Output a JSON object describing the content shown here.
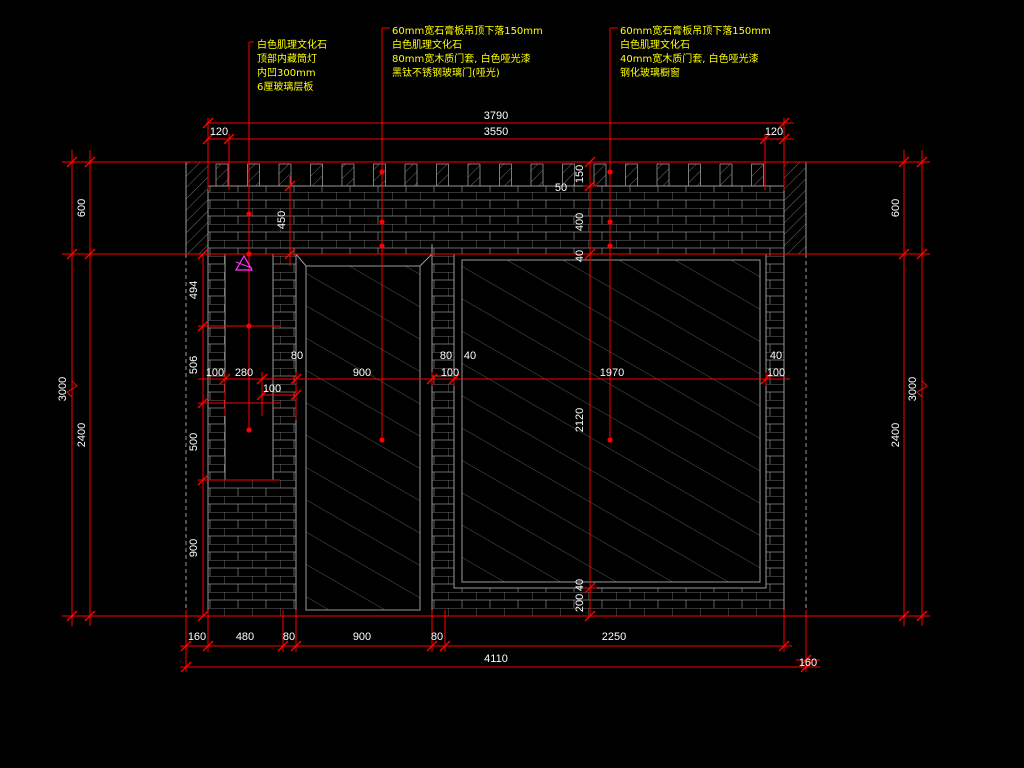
{
  "notes": {
    "left": [
      "白色肌理文化石",
      "顶部内藏筒灯",
      "内凹300mm",
      "6厘玻璃层板"
    ],
    "middle": [
      "60mm宽石膏板吊顶下落150mm",
      "白色肌理文化石",
      "80mm宽木质门套, 白色哑光漆",
      "黑钛不锈钢玻璃门(哑光)"
    ],
    "right": [
      "60mm宽石膏板吊顶下落150mm",
      "白色肌理文化石",
      "40mm宽木质门套, 白色哑光漆",
      "钢化玻璃橱窗"
    ]
  },
  "dims": {
    "top_total": "3790",
    "top_inner": "3550",
    "top_left_edge": "120",
    "top_right_edge": "120",
    "bottom_total": "4110",
    "bottom_segments": [
      "160",
      "480",
      "80",
      "900",
      "80",
      "2250"
    ],
    "bottom_right_edge": "160",
    "left_outer_total": "3000",
    "left_top": "600",
    "left_bottom": "2400",
    "right_outer_total": "3000",
    "right_top": "600",
    "right_bottom": "2400",
    "niche_v": [
      "494",
      "506",
      "500",
      "900"
    ],
    "niche_h": [
      "100",
      "280",
      "100"
    ],
    "door_h": [
      "80",
      "900",
      "80"
    ],
    "window_h": [
      "40",
      "1970",
      "40"
    ],
    "sep_100": "100",
    "soffit_450": "450",
    "top_v": [
      "150",
      "400",
      "40",
      "50"
    ],
    "window_height": "2120",
    "window_bottom": [
      "200",
      "40"
    ]
  },
  "colors": {
    "background": "#000000",
    "dimension_line": "#ff0000",
    "note_text": "#ffff00",
    "dimension_text": "#ffffff",
    "wall_line": "#8a8a8a"
  }
}
